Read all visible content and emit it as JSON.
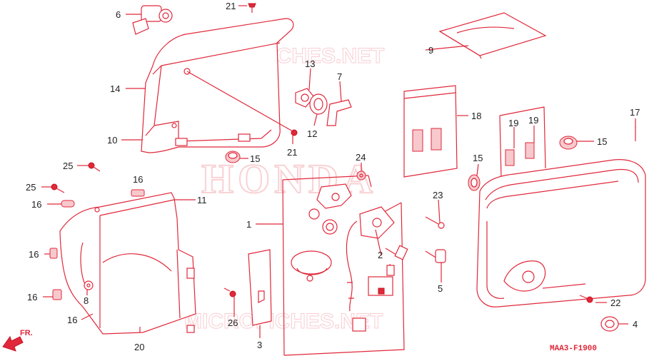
{
  "watermarks": {
    "top": "MICROFICHES.NET",
    "bottom": "MICROFICHES.NET",
    "brand": "HONDA"
  },
  "diagram_code": "MAA3-F1900",
  "direction_label": "FR.",
  "callouts": [
    {
      "id": "c6",
      "label": "6"
    },
    {
      "id": "c21a",
      "label": "21"
    },
    {
      "id": "c14",
      "label": "14"
    },
    {
      "id": "c13",
      "label": "13"
    },
    {
      "id": "c7",
      "label": "7"
    },
    {
      "id": "c12",
      "label": "12"
    },
    {
      "id": "c10",
      "label": "10"
    },
    {
      "id": "c21b",
      "label": "21"
    },
    {
      "id": "c15a",
      "label": "15"
    },
    {
      "id": "c25a",
      "label": "25"
    },
    {
      "id": "c25b",
      "label": "25"
    },
    {
      "id": "c16a",
      "label": "16"
    },
    {
      "id": "c16b",
      "label": "16"
    },
    {
      "id": "c11",
      "label": "11"
    },
    {
      "id": "c16c",
      "label": "16"
    },
    {
      "id": "c16d",
      "label": "16"
    },
    {
      "id": "c8",
      "label": "8"
    },
    {
      "id": "c16e",
      "label": "16"
    },
    {
      "id": "c20",
      "label": "20"
    },
    {
      "id": "c26",
      "label": "26"
    },
    {
      "id": "c3",
      "label": "3"
    },
    {
      "id": "c1",
      "label": "1"
    },
    {
      "id": "c24",
      "label": "24"
    },
    {
      "id": "c2",
      "label": "2"
    },
    {
      "id": "c23",
      "label": "23"
    },
    {
      "id": "c5",
      "label": "5"
    },
    {
      "id": "c9",
      "label": "9"
    },
    {
      "id": "c18",
      "label": "18"
    },
    {
      "id": "c19a",
      "label": "19"
    },
    {
      "id": "c19b",
      "label": "19"
    },
    {
      "id": "c15b",
      "label": "15"
    },
    {
      "id": "c15c",
      "label": "15"
    },
    {
      "id": "c17",
      "label": "17"
    },
    {
      "id": "c22",
      "label": "22"
    },
    {
      "id": "c4",
      "label": "4"
    }
  ]
}
